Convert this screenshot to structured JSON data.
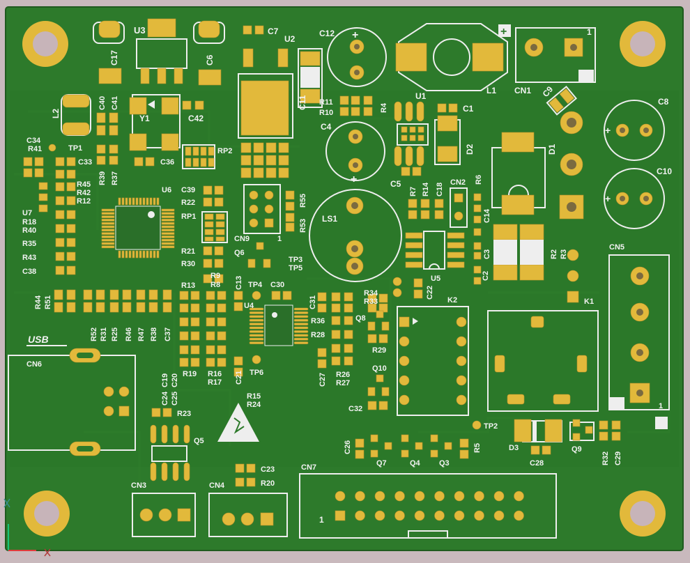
{
  "board": {
    "colors": {
      "solder_mask": "#2d7a2b",
      "pad": "#e2b93b",
      "silkscreen": "#eeeeee",
      "background": "#c9b9bd"
    },
    "logos": [
      "USB",
      "ESD-warning"
    ],
    "labels": {
      "U3": "U3",
      "C7": "C7",
      "U2": "U2",
      "C12": "C12",
      "L1": "L1",
      "CN1": "CN1",
      "C9": "C9",
      "C8": "C8",
      "C10": "C10",
      "C17": "C17",
      "C6": "C6",
      "C11": "C11",
      "C40": "C40",
      "C41": "C41",
      "Y1": "Y1",
      "C42": "C42",
      "L2": "L2",
      "R11": "R11",
      "R10": "R10",
      "R4": "R4",
      "U1": "U1",
      "C1": "C1",
      "C4": "C4",
      "D2": "D2",
      "D1": "D1",
      "C34": "C34",
      "R41": "R41",
      "TP1": "TP1",
      "C33": "C33",
      "C36": "C36",
      "RP2": "RP2",
      "R39": "R39",
      "R37": "R37",
      "C5": "C5",
      "R45": "R45",
      "R42": "R42",
      "R12": "R12",
      "U6": "U6",
      "C39": "C39",
      "R22": "R22",
      "RP1": "RP1",
      "R55": "R55",
      "R53": "R53",
      "R7": "R7",
      "R14": "R14",
      "C18": "C18",
      "CN2": "CN2",
      "R6": "R6",
      "C14": "C14",
      "U7": "U7",
      "R18": "R18",
      "R40": "R40",
      "R35": "R35",
      "R43": "R43",
      "C38": "C38",
      "CN9": "CN9",
      "Q6": "Q6",
      "LS1": "LS1",
      "R21": "R21",
      "R30": "R30",
      "R9": "R9",
      "R8": "R8",
      "C3": "C3",
      "R2": "R2",
      "R3": "R3",
      "CN5": "CN5",
      "TP3": "TP3",
      "TP5": "TP5",
      "U5": "U5",
      "C2": "C2",
      "C22": "C22",
      "TP4": "TP4",
      "C30": "C30",
      "C13": "C13",
      "R13": "R13",
      "U4": "U4",
      "R34": "R34",
      "R33": "R33",
      "K2": "K2",
      "K1": "K1",
      "R44": "R44",
      "R51": "R51",
      "C31": "C31",
      "Q8": "Q8",
      "R36": "R36",
      "R28": "R28",
      "R29": "R29",
      "R52": "R52",
      "R31": "R31",
      "R25": "R25",
      "R46": "R46",
      "R47": "R47",
      "R38": "R38",
      "C37": "C37",
      "CN6": "CN6",
      "TP6": "TP6",
      "R19": "R19",
      "R16": "R16",
      "R17": "R17",
      "C21": "C21",
      "C27": "C27",
      "R26": "R26",
      "R27": "R27",
      "Q10": "Q10",
      "C19": "C19",
      "C20": "C20",
      "C24": "C24",
      "C25": "C25",
      "R15": "R15",
      "R24": "R24",
      "C32": "C32",
      "R23": "R23",
      "TP2": "TP2",
      "Q5": "Q5",
      "C26": "C26",
      "Q7": "Q7",
      "Q4": "Q4",
      "Q3": "Q3",
      "R5": "R5",
      "D3": "D3",
      "C28": "C28",
      "Q9": "Q9",
      "R32": "R32",
      "C29": "C29",
      "C23": "C23",
      "R20": "R20",
      "CN7": "CN7",
      "CN3": "CN3",
      "CN4": "CN4"
    },
    "pin_markers": {
      "cn1_pin1": "1",
      "cn5_pin1": "1",
      "cn7_pin1": "1",
      "cn9_pin1": "1",
      "plus": "+"
    }
  }
}
